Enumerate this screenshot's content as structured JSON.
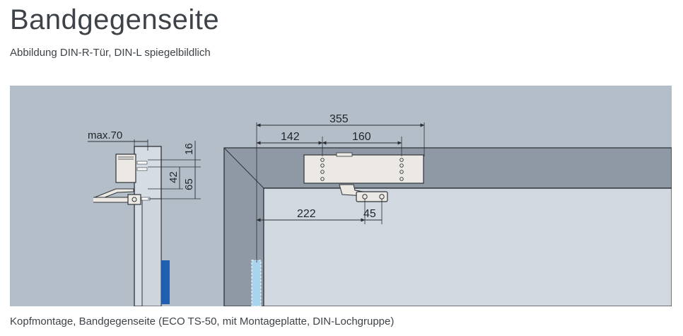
{
  "header": {
    "title": "Bandgegenseite",
    "subtitle": "Abbildung DIN-R-Tür, DIN-L spiegelbildlich"
  },
  "diagram": {
    "dimensions": {
      "max_width": "max.70",
      "top_offset": "16",
      "height_42": "42",
      "height_65": "65",
      "total_width": "355",
      "left_span": "142",
      "right_span": "160",
      "arm_distance": "222",
      "arm_width": "45"
    }
  },
  "footer": {
    "caption": "Kopfmontage, Bandgegenseite (ECO TS-50, mit Montageplatte, DIN-Lochgruppe)"
  },
  "colors": {
    "wall": "#b4bec9",
    "frame": "#8e99a5",
    "door_panel": "#d2d8e0",
    "closer_body": "#ece9e4",
    "blue_accent": "#1f5eb0",
    "light_blue": "#a8d4ee"
  }
}
